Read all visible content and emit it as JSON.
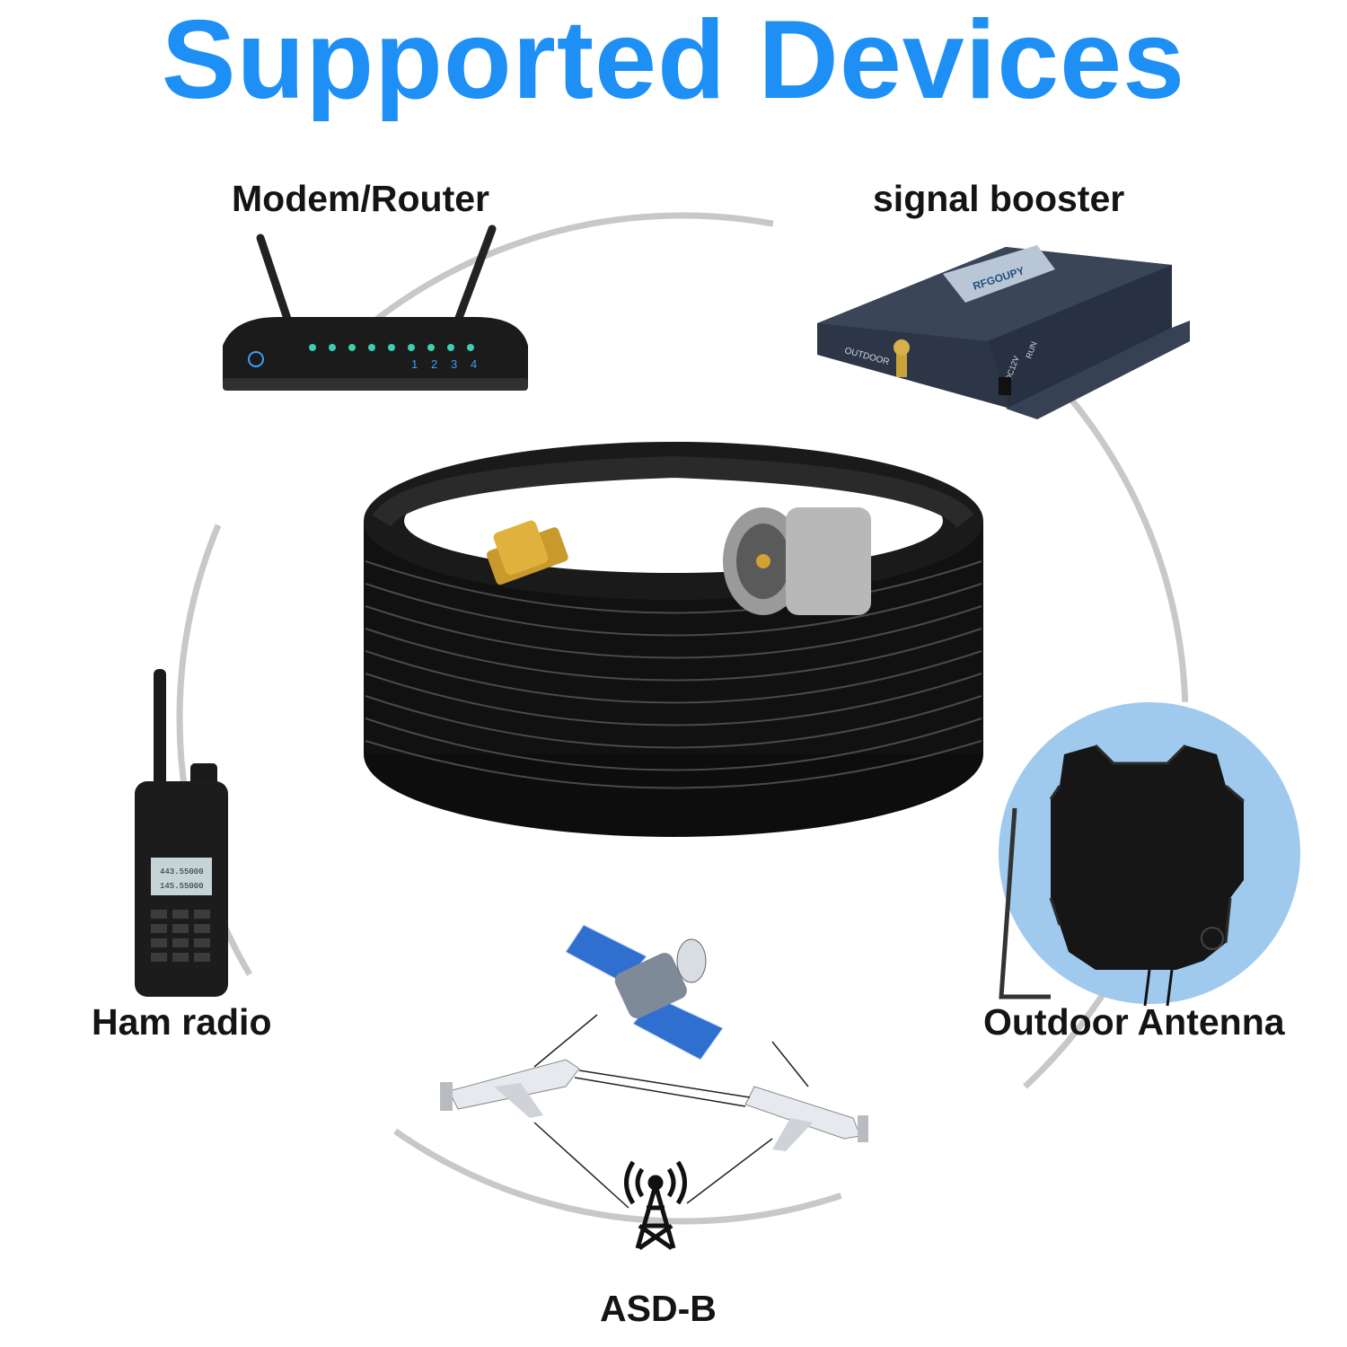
{
  "title": "Supported Devices",
  "devices": {
    "router": {
      "label": "Modem/Router",
      "port_numbers": [
        "1",
        "2",
        "3",
        "4"
      ]
    },
    "booster": {
      "label": "signal booster",
      "brand": "RFGOUPY",
      "port_outdoor": "OUTDOOR",
      "port_run": "RUN",
      "port_dc": "DC12V"
    },
    "ham": {
      "label": "Ham radio",
      "freq_a": "443.55000",
      "freq_b": "145.55000"
    },
    "antenna": {
      "label": "Outdoor Antenna"
    },
    "adsb": {
      "label": "ASD-B"
    }
  },
  "colors": {
    "title": "#1e90f5",
    "label": "#141414",
    "ring": "#c8c8c8"
  }
}
